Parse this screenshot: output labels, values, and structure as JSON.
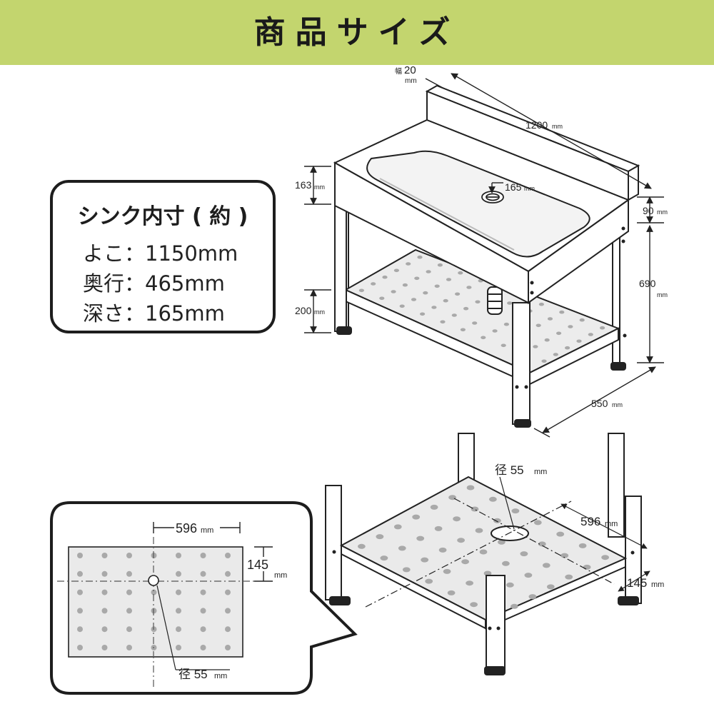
{
  "header": {
    "title": "商品サイズ",
    "color": "#c3d56e"
  },
  "spec_box": {
    "title": "シンク内寸 ( 約 )",
    "yoko": "よこ：1150mm",
    "okuyuki": "奥行：465mm",
    "fukasa": "深さ：165mm"
  },
  "sink_dims": {
    "width_label": "幅",
    "width_num": "20",
    "width_unit": "mm",
    "length_num": "1200",
    "length_unit": "mm",
    "drain_num": "165",
    "drain_unit": "mm",
    "basin_num": "163",
    "basin_unit": "mm",
    "backsplash_num": "90",
    "backsplash_unit": "mm",
    "height_num": "690",
    "height_unit": "mm",
    "shelf_num": "200",
    "shelf_unit": "mm",
    "depth_num": "550",
    "depth_unit": "mm"
  },
  "shelf_detail": {
    "hole_label": "径 55",
    "hole_unit": "mm",
    "width_num": "596",
    "width_unit": "mm",
    "offset_num": "145",
    "offset_unit": "mm"
  },
  "plan_view": {
    "width_num": "596",
    "width_unit": "mm",
    "offset_num": "145",
    "offset_unit": "mm",
    "hole_label": "径 55",
    "hole_unit": "mm"
  },
  "icons": [
    "drain-icon"
  ]
}
